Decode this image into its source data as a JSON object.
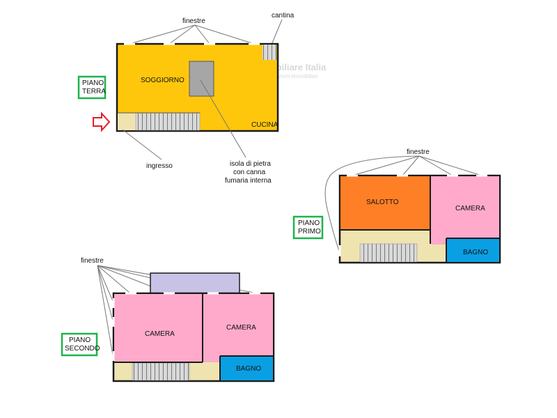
{
  "colors": {
    "yellow": "#FFC70B",
    "orange": "#FF7F27",
    "pink": "#FFAACB",
    "blue": "#0A9FE2",
    "beige": "#EFE4B0",
    "purple": "#C8C3E6",
    "stone": "#A6A6A6",
    "wall": "#1a1a1a",
    "tag_border": "#1DB34B",
    "arrow": "#E31E24"
  },
  "watermark": {
    "title": "Immobiliare Italia",
    "subtitle": "Intermediazioni immobiliari"
  },
  "ground": {
    "tag_line1": "PIANO",
    "tag_line2": "TERRA",
    "label_windows": "finestre",
    "label_cellar": "cantina",
    "room_living": "SOGGIORNO",
    "room_kitchen": "CUCINA",
    "label_entrance": "ingresso",
    "island_line1": "isola di pietra",
    "island_line2": "con canna",
    "island_line3": "fumaria interna"
  },
  "first": {
    "tag_line1": "PIANO",
    "tag_line2": "PRIMO",
    "label_windows": "finestre",
    "room_lounge": "SALOTTO",
    "room_bedroom": "CAMERA",
    "room_bath": "BAGNO"
  },
  "second": {
    "tag_line1": "PIANO",
    "tag_line2": "SECONDO",
    "label_windows": "finestre",
    "room_bedroom1": "CAMERA",
    "room_bedroom2": "CAMERA",
    "room_bath": "BAGNO"
  }
}
